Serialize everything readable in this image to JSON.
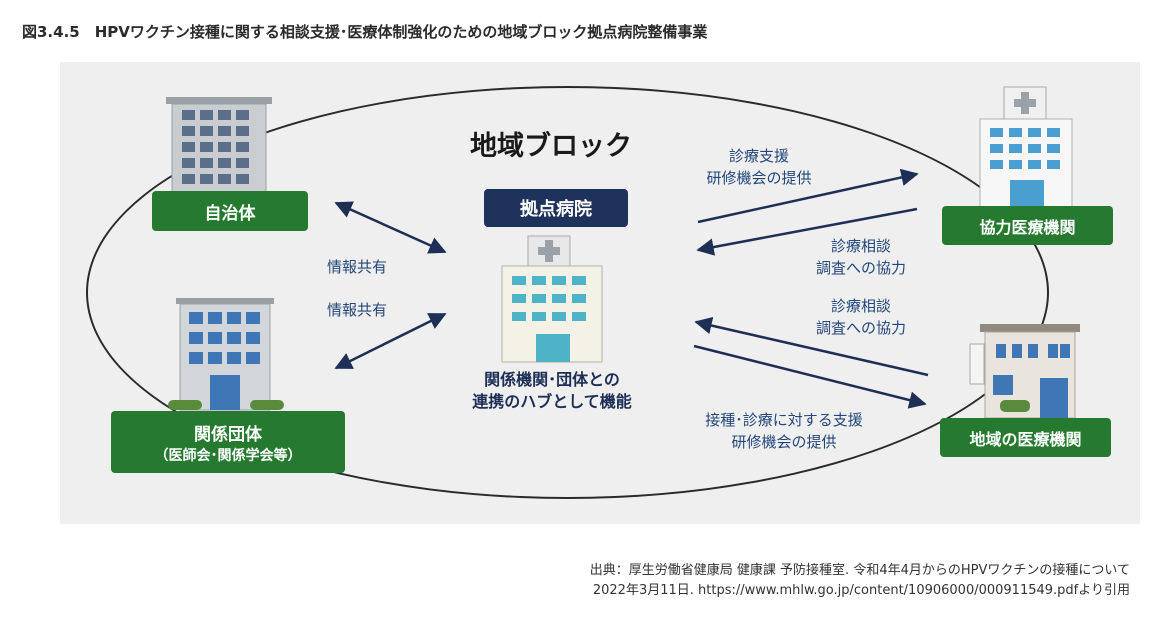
{
  "title": "図3.4.5　HPVワクチン接種に関する相談支援･医療体制強化のための地域ブロック拠点病院整備事業",
  "region_label": "地域ブロック",
  "nodes": {
    "hub": "拠点病院",
    "hub_caption": [
      "関係機関･団体との",
      "連携のハブとして機能"
    ],
    "municipality": "自治体",
    "related_orgs": "関係団体",
    "related_orgs_sub": "（医師会･関係学会等）",
    "cooperating_institution": "協力医療機関",
    "local_institution": "地域の医療機関"
  },
  "flows": {
    "info_share_upper": "情報共有",
    "info_share_lower": "情報共有",
    "to_cooperating": [
      "診療支援",
      "研修機会の提供"
    ],
    "from_cooperating": [
      "診療相談",
      "調査への協力"
    ],
    "from_local": [
      "診療相談",
      "調査への協力"
    ],
    "to_local": [
      "接種･診療に対する支援",
      "研修機会の提供"
    ]
  },
  "source": [
    "出典：厚生労働省健康局 健康課 予防接種室. 令和4年4月からのHPVワクチンの接種について",
    "2022年3月11日. https://www.mhlw.go.jp/content/10906000/000911549.pdfより引用"
  ],
  "colors": {
    "green": "#267a2f",
    "navy": "#1e335c",
    "label_blue": "#23477a",
    "building_blue": "#3f77b6",
    "hospital_cyan": "#4fb3c8"
  }
}
